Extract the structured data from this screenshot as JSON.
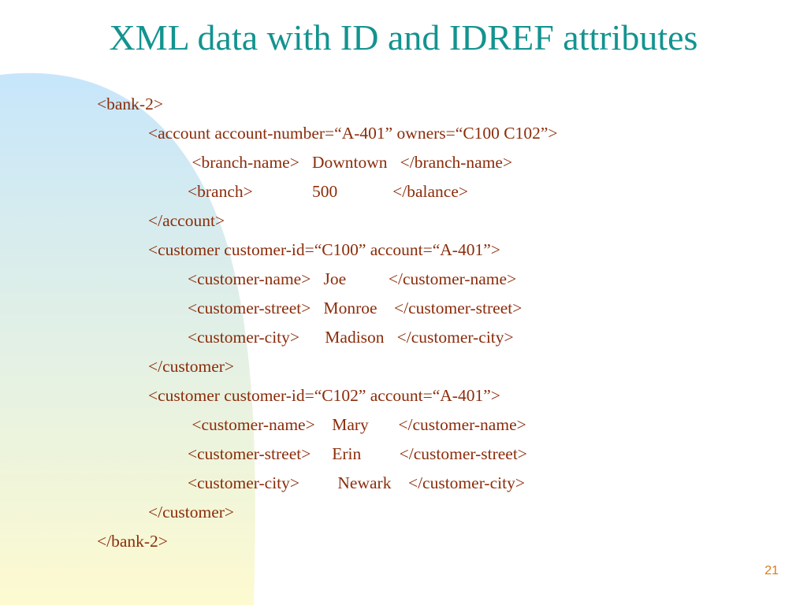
{
  "slide": {
    "title": "XML data with ID and IDREF attributes",
    "page_number": "21",
    "colors": {
      "title": "#14938f",
      "code_text": "#8b2c0a",
      "page_number": "#d77b1c",
      "gradient_top": "#c7e6fb",
      "gradient_bottom": "#fdfad0"
    }
  },
  "code_lines": [
    "<bank-2>",
    "<account account-number=“A-401” owners=“C100 C102”>",
    " <branch-name>   Downtown   </branch-name>",
    "<branch>              500             </balance>",
    "</account>",
    "<customer customer-id=“C100” account=“A-401”>",
    "<customer-name>   Joe          </customer-name>",
    "<customer-street>   Monroe    </customer-street>",
    "<customer-city>      Madison   </customer-city>",
    "</customer>",
    "<customer customer-id=“C102” account=“A-401”>",
    " <customer-name>    Mary       </customer-name>",
    "<customer-street>     Erin         </customer-street>",
    "<customer-city>         Newark    </customer-city>",
    "</customer>",
    "</bank-2>"
  ]
}
